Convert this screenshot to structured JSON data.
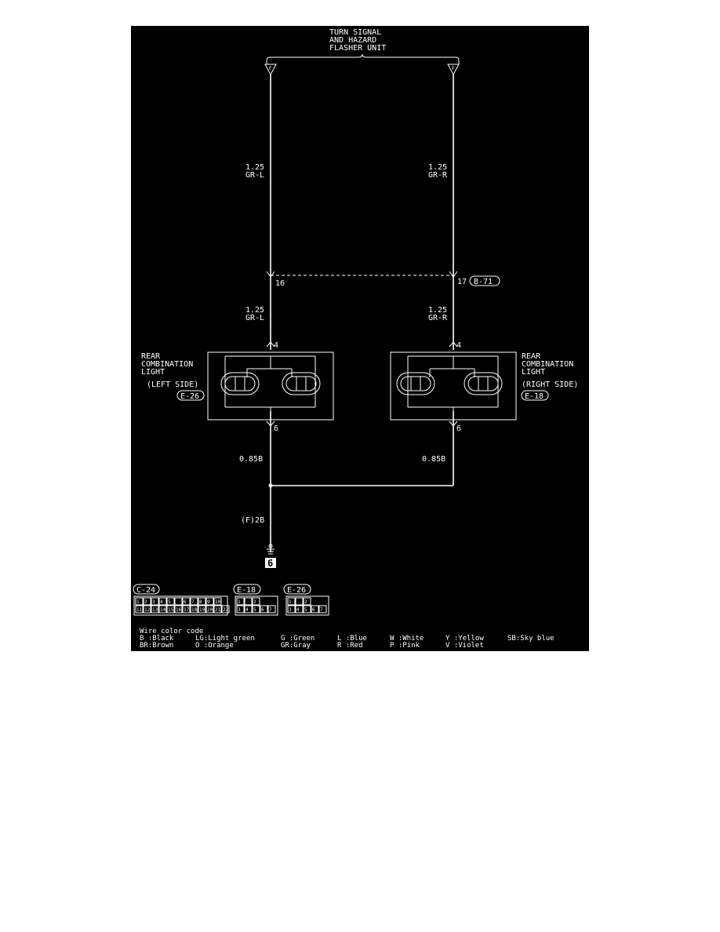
{
  "flasher": {
    "line1": "TURN SIGNAL",
    "line2": "AND HAZARD",
    "line3": "FLASHER UNIT",
    "pin_left": "F",
    "pin_right": "F"
  },
  "wires": {
    "upper_left": {
      "size": "1.25",
      "color": "GR-L"
    },
    "upper_right": {
      "size": "1.25",
      "color": "GR-R"
    },
    "lower_left": {
      "size": "1.25",
      "color": "GR-L"
    },
    "lower_right": {
      "size": "1.25",
      "color": "GR-R"
    },
    "ground_left": "0.85B",
    "ground_right": "0.85B",
    "ground_main": "(F)2B"
  },
  "junction": {
    "pin_left": "16",
    "pin_right": "17",
    "connector": "B-71"
  },
  "lamp_left": {
    "line1": "REAR",
    "line2": "COMBINATION",
    "line3": "LIGHT",
    "line4": "(LEFT SIDE)",
    "connector": "E-26",
    "pin_top": "4",
    "pin_bottom": "6"
  },
  "lamp_right": {
    "line1": "REAR",
    "line2": "COMBINATION",
    "line3": "LIGHT",
    "line4": "(RIGHT SIDE)",
    "connector": "E-18",
    "pin_top": "4",
    "pin_bottom": "6"
  },
  "ground_point": "6",
  "connectors": {
    "c24": {
      "label": "C-24",
      "row1": [
        "1",
        "2",
        "3",
        "4",
        "5",
        "",
        "6",
        "7",
        "8",
        "9",
        "10"
      ],
      "row2": [
        "11",
        "12",
        "13",
        "14",
        "15",
        "16",
        "17",
        "18",
        "19",
        "20",
        "21",
        "22"
      ]
    },
    "e18": {
      "label": "E-18",
      "row1": [
        "1",
        "",
        "2"
      ],
      "row2": [
        "3",
        "4",
        "5",
        "6",
        "7"
      ]
    },
    "e26": {
      "label": "E-26",
      "row1": [
        "1",
        "",
        "2"
      ],
      "row2": [
        "3",
        "4",
        "5",
        "6",
        "7"
      ]
    }
  },
  "legend": {
    "title": "Wire color code",
    "row1": [
      "B :Black",
      "LG:Light green",
      "G :Green",
      "L :Blue",
      "W :White",
      "Y :Yellow",
      "SB:Sky blue"
    ],
    "row2": [
      "BR:Brown",
      "O :Orange",
      "GR:Gray",
      "R :Red",
      "P :Pink",
      "V :Violet"
    ]
  }
}
